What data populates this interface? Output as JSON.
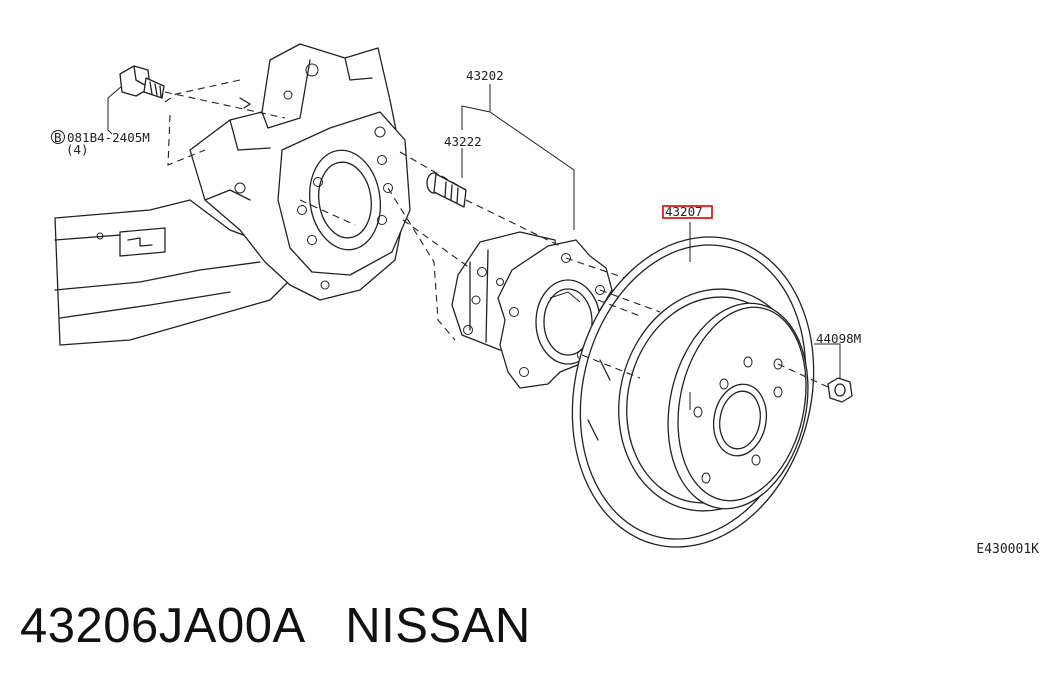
{
  "callouts": {
    "bolt_code": "081B4-2405M",
    "bolt_qty": "(4)",
    "bolt_prefix": "B",
    "hub_assembly": "43202",
    "hub_bolt": "43222",
    "rotor": "43207",
    "nut": "44098M"
  },
  "drawing_code": "E430001K",
  "caption": {
    "part_number": "43206JA00A",
    "brand": "NISSAN"
  },
  "colors": {
    "highlight": "#e00000",
    "line": "#222222"
  }
}
